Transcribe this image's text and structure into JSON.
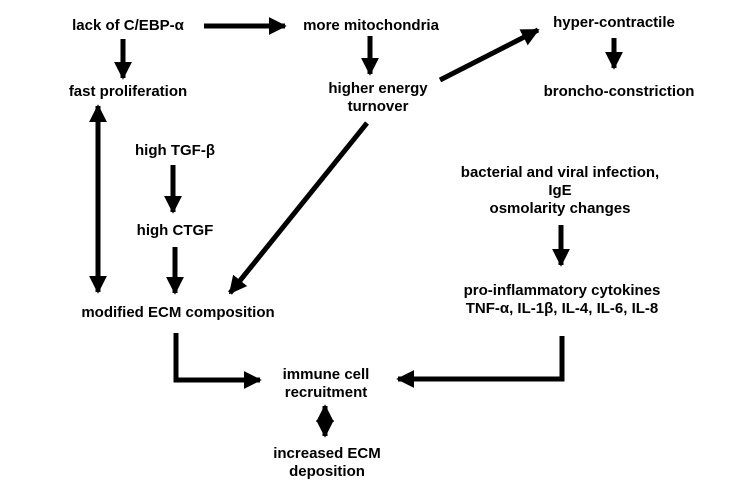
{
  "diagram": {
    "nodes": {
      "cebpa": "lack of C/EBP-α",
      "mito": "more mitochondria",
      "hyper": "hyper-contractile",
      "prolif": "fast proliferation",
      "energy_1": "higher energy",
      "energy_2": "turnover",
      "broncho": "broncho-constriction",
      "tgf": "high TGF-β",
      "ctgf": "high CTGF",
      "infection_1": "bacterial and viral infection,",
      "infection_2": "IgE",
      "infection_3": "osmolarity changes",
      "ecm": "modified ECM composition",
      "cytokines_1": "pro-inflammatory cytokines",
      "cytokines_2": "TNF-α, IL-1β, IL-4, IL-6, IL-8",
      "immune_1": "immune cell",
      "immune_2": "recruitment",
      "deposition_1": "increased ECM",
      "deposition_2": "deposition"
    },
    "edges": [
      {
        "from": "lack of C/EBP-α",
        "to": "more mitochondria"
      },
      {
        "from": "lack of C/EBP-α",
        "to": "fast proliferation"
      },
      {
        "from": "more mitochondria",
        "to": "higher energy turnover"
      },
      {
        "from": "higher energy turnover",
        "to": "hyper-contractile"
      },
      {
        "from": "hyper-contractile",
        "to": "broncho-constriction"
      },
      {
        "from": "higher energy turnover",
        "to": "modified ECM composition"
      },
      {
        "from": "fast proliferation",
        "to": "modified ECM composition",
        "bidirectional": true
      },
      {
        "from": "high TGF-β",
        "to": "high CTGF"
      },
      {
        "from": "high CTGF",
        "to": "modified ECM composition"
      },
      {
        "from": "bacterial and viral infection, IgE osmolarity changes",
        "to": "pro-inflammatory cytokines"
      },
      {
        "from": "modified ECM composition",
        "to": "immune cell recruitment"
      },
      {
        "from": "pro-inflammatory cytokines",
        "to": "immune cell recruitment"
      },
      {
        "from": "immune cell recruitment",
        "to": "increased ECM deposition",
        "bidirectional": true
      }
    ]
  }
}
